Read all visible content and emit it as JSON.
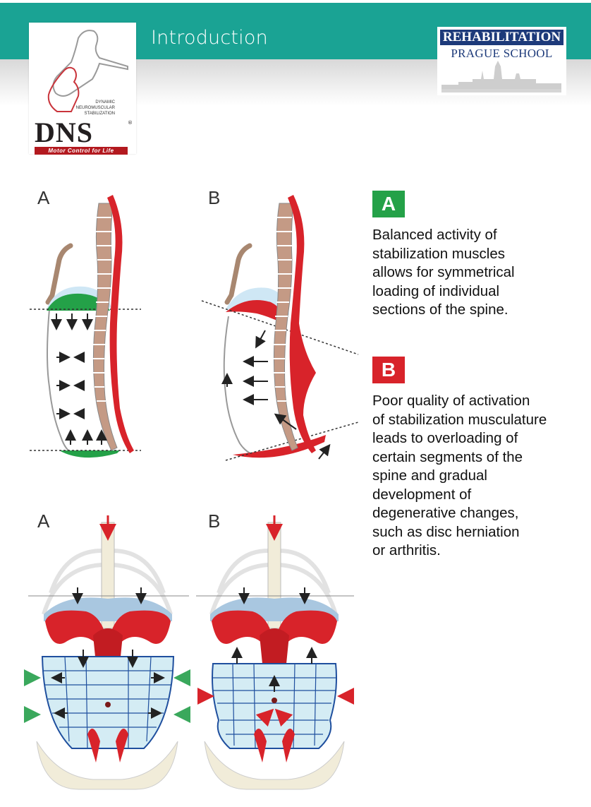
{
  "header": {
    "title": "Introduction"
  },
  "dns_logo": {
    "line1": "DYNAMIC",
    "line2": "NEUROMUSCULAR",
    "line3": "STABILIZATION",
    "mark": "DNS",
    "registered": "®",
    "tagline": "Motor Control for Life"
  },
  "rps_logo": {
    "top": "REHABILITATION",
    "bottom": "PRAGUE SCHOOL"
  },
  "figures": {
    "top_left_label": "A",
    "top_right_label": "B",
    "bottom_left_label": "A",
    "bottom_right_label": "B"
  },
  "legend": {
    "a_badge": "A",
    "a_text": "Balanced activity of\nstabilization muscles\nallows for symmetrical\nloading of individual\nsections of the spine.",
    "b_badge": "B",
    "b_text": "Poor quality of activation\nof stabilization musculature\nleads to overloading of\ncertain segments of the\nspine and gradual\ndevelopment of\ndegenerative changes,\nsuch as disc herniation\nor arthritis."
  },
  "colors": {
    "teal": "#1aa394",
    "green": "#24a148",
    "red": "#d8232a",
    "navy": "#1d3a7a"
  }
}
